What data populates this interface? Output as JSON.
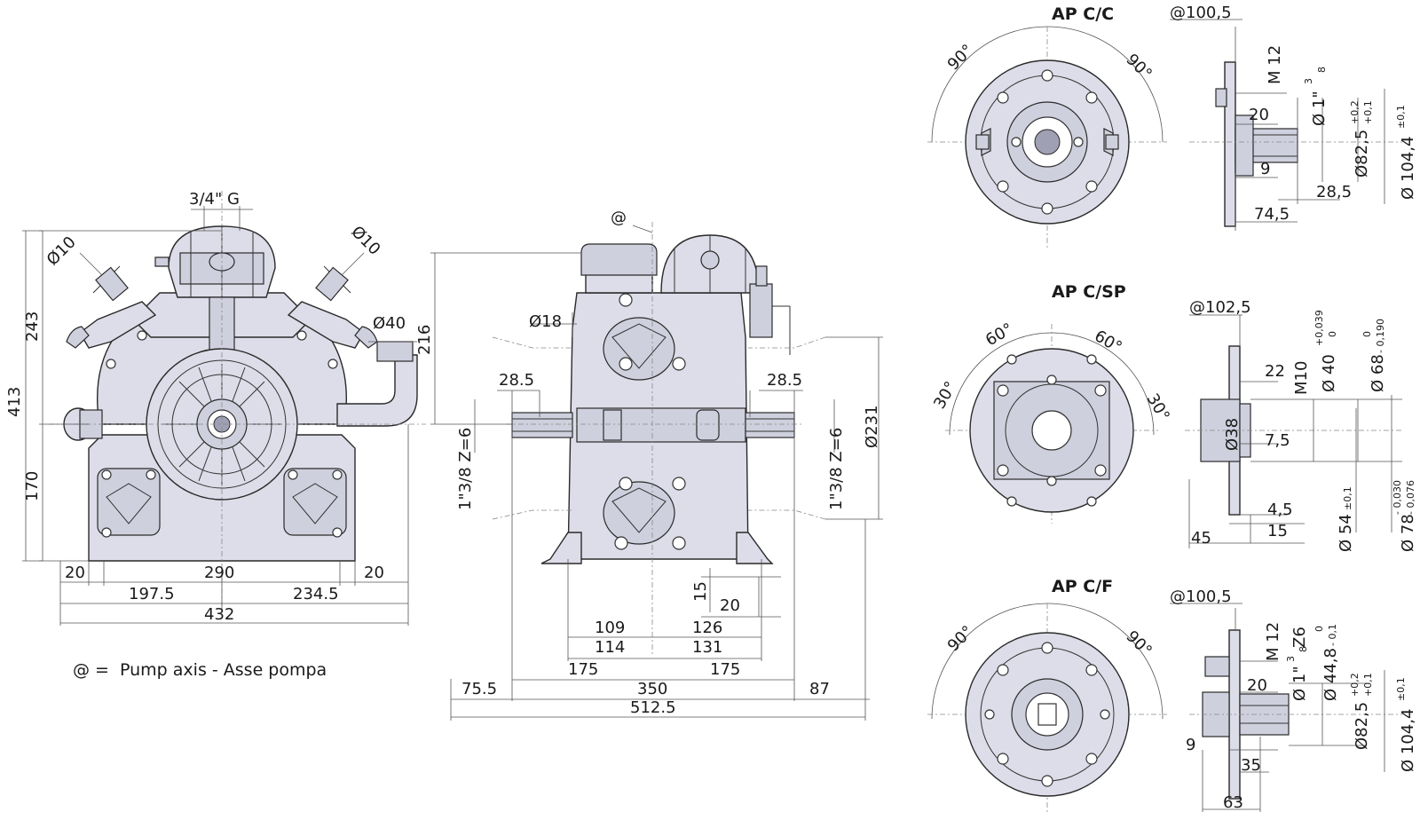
{
  "legend": {
    "symbol": "@ =",
    "text": "Pump axis - Asse pompa"
  },
  "front_view": {
    "dims": {
      "thread": "3/4\" G",
      "d10_left": "Ø10",
      "d10_right": "Ø10",
      "d40": "Ø40",
      "h413": "413",
      "h243": "243",
      "h170": "170",
      "w20_left": "20",
      "w290": "290",
      "w20_right": "20",
      "w197": "197.5",
      "w234": "234.5",
      "w432": "432"
    }
  },
  "side_view": {
    "dims": {
      "axis": "@",
      "d18": "Ø18",
      "h216": "216",
      "s28_left": "28.5",
      "s28_right": "28.5",
      "shaft_left": "1\"3/8 Z=6",
      "shaft_right": "1\"3/8 Z=6",
      "d231": "Ø231",
      "h15": "15",
      "w20": "20",
      "w109": "109",
      "w126": "126",
      "w114": "114",
      "w131": "131",
      "w175_left": "175",
      "w175_right": "175",
      "w75": "75.5",
      "w350": "350",
      "w87": "87",
      "w512": "512.5"
    }
  },
  "apcc": {
    "title": "AP C/C",
    "angle_left": "90°",
    "angle_right": "90°",
    "dims": {
      "axis": "@100,5",
      "m12": "M 12",
      "thread": "Ø 1\"",
      "frac_num": "3",
      "frac_den": "8",
      "d82": "Ø82,5",
      "d82_tol_up": "+0,2",
      "d82_tol_dn": "+0,1",
      "d104": "Ø 104,4",
      "d104_tol": "±0,1",
      "w20": "20",
      "w9": "9",
      "w28": "28,5",
      "w74": "74,5"
    }
  },
  "apcsp": {
    "title": "AP C/SP",
    "angle_left": "60°",
    "angle_right": "60°",
    "angle_far_left": "30°",
    "angle_far_right": "30°",
    "dims": {
      "axis": "@102,5",
      "w22": "22",
      "m10": "M10",
      "d40": "Ø 40",
      "d40_tol_up": "+0,039",
      "d40_tol_dn": "0",
      "d68": "Ø 68",
      "d68_tol_up": "0",
      "d68_tol_dn": "- 0,190",
      "d38": "Ø38",
      "w7": "7,5",
      "w4": "4,5",
      "w15": "15",
      "w45": "45",
      "d54": "Ø 54",
      "d54_tol": "±0,1",
      "d78": "Ø 78",
      "d78_tol_up": "- 0,030",
      "d78_tol_dn": "- 0,076"
    }
  },
  "apcf": {
    "title": "AP C/F",
    "angle_left": "90°",
    "angle_right": "90°",
    "dims": {
      "axis": "@100,5",
      "m12": "M 12",
      "thread": "Ø 1\"",
      "frac_num": "3",
      "frac_den": "8",
      "z6": "Z6",
      "d44": "Ø 44,8",
      "d44_tol_up": "0",
      "d44_tol_dn": "- 0,1",
      "w20": "20",
      "d82": "Ø82,5",
      "d82_tol_up": "+0,2",
      "d82_tol_dn": "+0,1",
      "d104": "Ø 104,4",
      "d104_tol": "±0,1",
      "w9": "9",
      "w35": "35",
      "w63": "63"
    }
  }
}
